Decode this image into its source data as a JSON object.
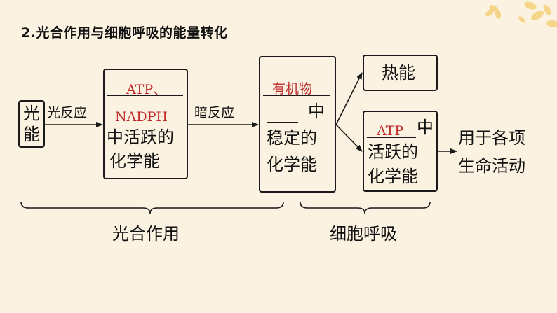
{
  "title": "2.光合作用与细胞呼吸的能量转化",
  "nodes": {
    "light_energy": [
      "光",
      "能"
    ],
    "atp_nadph": {
      "answer_1": "ATP、",
      "answer_2": "NADPH",
      "line_1": "中活跃的",
      "line_2": "化学能"
    },
    "organic": {
      "answer": "有机物",
      "suffix": "中",
      "line_1": "稳定的",
      "line_2": "化学能"
    },
    "heat": "热能",
    "atp_active": {
      "answer": "ATP",
      "suffix": "中",
      "line_1": "活跃的",
      "line_2": "化学能"
    },
    "life_activity": [
      "用于各项",
      "生命活动"
    ]
  },
  "edges": {
    "light_reaction": "光反应",
    "dark_reaction": "暗反应"
  },
  "braces": {
    "photosynthesis": "光合作用",
    "respiration": "细胞呼吸"
  },
  "colors": {
    "background": "#fbf2e1",
    "answer_red": "#c0282a",
    "stroke": "#1a1a1a",
    "petal": "#f4d27a"
  }
}
